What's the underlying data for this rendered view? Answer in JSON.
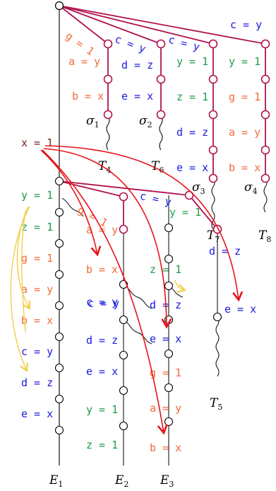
{
  "colors": {
    "black": "#000000",
    "crimson": "#b0134f",
    "red": "#e8121a",
    "yellow": "#f2cf4a",
    "orange": "#f26a3a",
    "blue": "#1a1adf",
    "green": "#1f9a4a",
    "brown": "#6a2a1a"
  },
  "branch_labels": {
    "g1_top": "g = 1",
    "c_y_a": "c = y",
    "c_y_b": "c = y",
    "c_y_right": "c = y",
    "a_y": "a = y",
    "d_z": "d = z",
    "y1_a": "y = 1",
    "y1_b": "y = 1",
    "b_x": "b = x",
    "e_x": "e = x",
    "z1": "z = 1",
    "g1_r": "g = 1",
    "d_z2": "d = z",
    "a_y2": "a = y",
    "e_x2": "e = x",
    "b_x2": "b = x"
  },
  "side_label": "x = 1",
  "mid_labels": {
    "g1": "g = 1",
    "c_y": "c = y",
    "a_y": "a = y",
    "y1": "y = 1",
    "b_x": "b = x",
    "z1": "z = 1",
    "d_z": "d = z",
    "c_y2": "c = y",
    "d_z3": "d = z",
    "e_x": "e = x",
    "e_x3": "e = x",
    "g1_3": "g = 1",
    "a_y3": "a = y",
    "b_x3": "b = x"
  },
  "E1_labels": [
    "y = 1",
    "z = 1",
    "g = 1",
    "a = y",
    "b = x",
    "c = y",
    "d = z",
    "e = x"
  ],
  "E2_labels": [
    "c = y",
    "d = z",
    "e = x",
    "y = 1",
    "z = 1"
  ],
  "sigma": [
    "σ",
    "σ",
    "σ",
    "σ"
  ],
  "sigma_sub": [
    "1",
    "2",
    "3",
    "4"
  ],
  "T_names": [
    "T",
    "T",
    "T",
    "T",
    "T"
  ],
  "T_subs": [
    "4",
    "6",
    "7",
    "8",
    "5"
  ],
  "E_names": [
    "E",
    "E",
    "E"
  ],
  "E_subs": [
    "1",
    "2",
    "3"
  ]
}
